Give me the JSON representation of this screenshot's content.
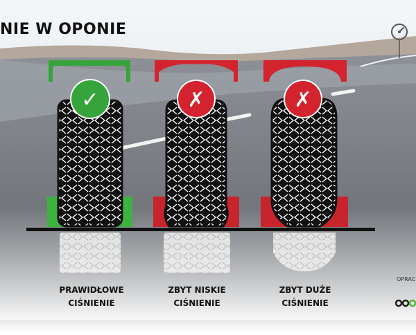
{
  "title": "NIE W OPONIE",
  "panels": [
    {
      "id": "correct",
      "status": "ok",
      "status_glyph": "✓",
      "label_line1": "PRAWIDŁOWE",
      "label_line2": "CIŚNIENIE"
    },
    {
      "id": "low",
      "status": "error",
      "status_glyph": "✗",
      "label_line1": "ZBYT NISKIE",
      "label_line2": "CIŚNIENIE"
    },
    {
      "id": "high",
      "status": "error",
      "status_glyph": "✗",
      "label_line1": "ZBYT DUŻE",
      "label_line2": "CIŚNIENIE"
    }
  ],
  "credit_text": "OPRAC",
  "icons": {
    "gauge": "pressure-gauge-icon",
    "check": "check-icon",
    "cross": "x-icon",
    "logo": "brand-logo"
  },
  "colors": {
    "ok": "#36a43a",
    "error": "#d3232e",
    "ok_contact": "#3db33f",
    "error_contact": "#c8242c",
    "ground_line": "#111111",
    "tire": "#111111",
    "sky": "#dfe6ee",
    "road": "#6e7277",
    "logo_dark": "#1b1b1b",
    "logo_green": "#5ab135"
  }
}
